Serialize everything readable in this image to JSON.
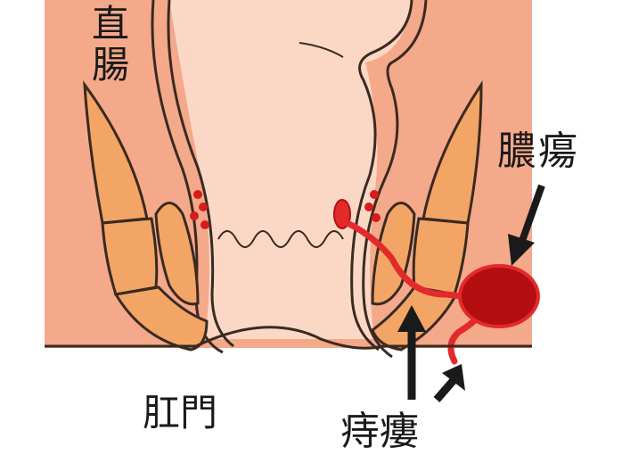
{
  "labels": {
    "rectum_line1": "直",
    "rectum_line2": "腸",
    "abscess": "膿瘍",
    "anus": "肛門",
    "fistula": "痔瘻"
  },
  "colors": {
    "background_tissue": "#f4a98a",
    "lumen": "#fbd8c6",
    "muscle_fill": "#f3a566",
    "muscle_stroke": "#3a2a20",
    "wall_stroke": "#3a2a20",
    "abscess_fill": "#b30f12",
    "abscess_rim": "#e32a2a",
    "fistula_tract": "#e32a2a",
    "arrow": "#1a1a1a"
  }
}
